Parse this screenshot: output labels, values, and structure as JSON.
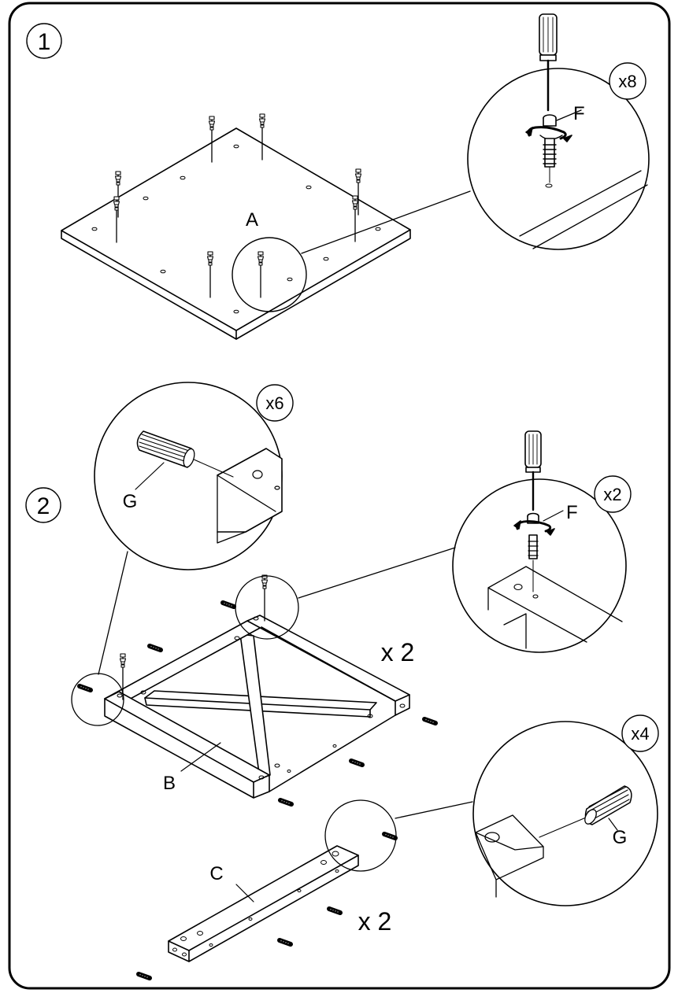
{
  "step1": {
    "number": "1",
    "panel_label": "A",
    "detail_multiplier": "x8",
    "detail_part": "F"
  },
  "step2": {
    "number": "2",
    "detail_dowel": {
      "multiplier": "x6",
      "part": "G"
    },
    "detail_screw": {
      "multiplier": "x2",
      "part": "F"
    },
    "frame_label": "B",
    "frame_quantity": "x 2",
    "rail_label": "C",
    "rail_quantity": "x 2",
    "detail_dowel2": {
      "multiplier": "x4",
      "part": "G"
    }
  },
  "colors": {
    "ink": "#000000",
    "paper": "#ffffff"
  },
  "icons": [
    "screwdriver-icon",
    "cam-screw-icon",
    "wooden-dowel-icon",
    "rotation-arrow-icon"
  ]
}
